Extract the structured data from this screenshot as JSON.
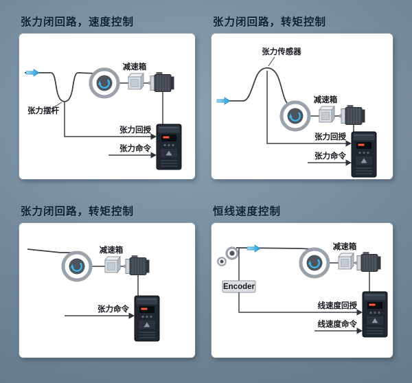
{
  "colors": {
    "flow_arrow_blue": "#3cb6ea",
    "title_text": "#0d2236",
    "diagram_line": "#3a4047",
    "panel_background": "#ffffff"
  },
  "panels": [
    {
      "title": "张力闭回路，速度控制",
      "labels": {
        "gearbox": "减速箱",
        "dancer_arm": "张力摆杆",
        "tension_feedback": "张力回授",
        "tension_command": "张力命令"
      }
    },
    {
      "title": "张力闭回路，转矩控制",
      "labels": {
        "tension_sensor": "张力传感器",
        "gearbox": "减速箱",
        "tension_feedback": "张力回授",
        "tension_command": "张力命令"
      }
    },
    {
      "title": "张力闭回路，转矩控制",
      "labels": {
        "gearbox": "减速箱",
        "tension_command": "张力命令"
      }
    },
    {
      "title": "恒线速度控制",
      "labels": {
        "gearbox": "减速箱",
        "encoder": "Encoder",
        "line_speed_feedback": "线速度回授",
        "line_speed_command": "线速度命令"
      }
    }
  ]
}
